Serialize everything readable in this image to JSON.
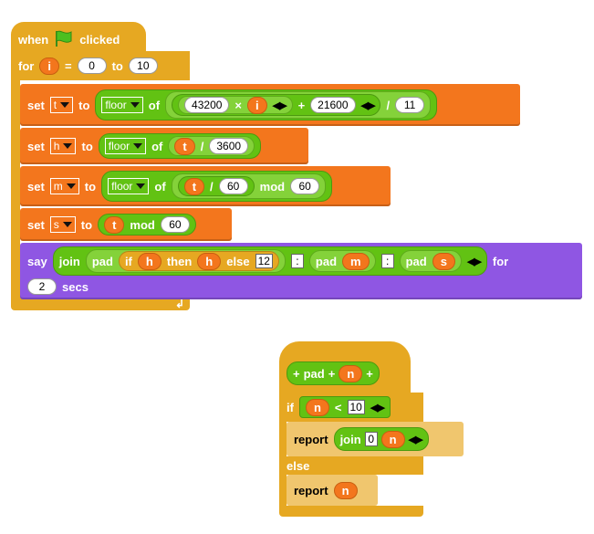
{
  "script1": {
    "hat": {
      "when": "when",
      "clicked": "clicked",
      "flag_icon": "green-flag-icon"
    },
    "for": {
      "keyword": "for",
      "var": "i",
      "eq": "=",
      "from": "0",
      "to_kw": "to",
      "to": "10"
    },
    "set_t": {
      "set": "set",
      "var": "t",
      "to": "to",
      "func": "floor",
      "of": "of",
      "n1": "43200",
      "times": "×",
      "i": "i",
      "plus": "+",
      "n2": "21600",
      "div": "/",
      "n3": "11"
    },
    "set_h": {
      "set": "set",
      "var": "h",
      "to": "to",
      "func": "floor",
      "of": "of",
      "t": "t",
      "div": "/",
      "n": "3600"
    },
    "set_m": {
      "set": "set",
      "var": "m",
      "to": "to",
      "func": "floor",
      "of": "of",
      "t": "t",
      "div": "/",
      "n": "60",
      "mod": "mod",
      "n2": "60"
    },
    "set_s": {
      "set": "set",
      "var": "s",
      "to": "to",
      "t": "t",
      "mod": "mod",
      "n": "60"
    },
    "say": {
      "say": "say",
      "join": "join",
      "pad": "pad",
      "if": "if",
      "h": "h",
      "then": "then",
      "h2": "h",
      "else": "else",
      "else_val": "12",
      "colon1": ":",
      "pad2": "pad",
      "m": "m",
      "colon2": ":",
      "pad3": "pad",
      "s": "s",
      "for": "for",
      "secs_val": "2",
      "secs": "secs"
    }
  },
  "script2": {
    "def": {
      "plus1": "+",
      "name": "pad",
      "plus2": "+",
      "param": "n",
      "plus3": "+"
    },
    "if": {
      "if": "if",
      "n": "n",
      "lt": "<",
      "val": "10"
    },
    "report1": {
      "report": "report",
      "join": "join",
      "zero": "0",
      "n": "n"
    },
    "else": "else",
    "report2": {
      "report": "report",
      "n": "n"
    }
  },
  "colors": {
    "control": "#e6a822",
    "variables": "#f3761d",
    "operators": "#62c213",
    "looks": "#8f56e3"
  }
}
